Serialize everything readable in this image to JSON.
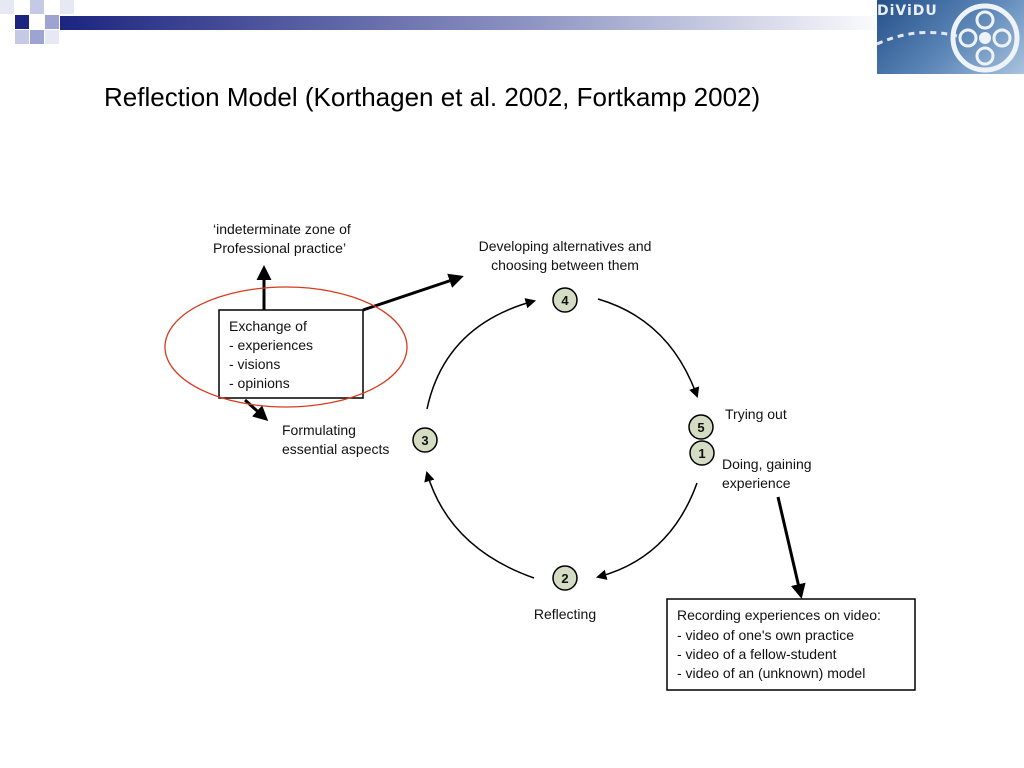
{
  "title": "Reflection Model (Korthagen et al. 2002, Fortkamp 2002)",
  "logo": {
    "text": "DiViDU"
  },
  "cycle": {
    "step4": {
      "number": "4",
      "label_lines": [
        "Developing alternatives and",
        "choosing between them"
      ]
    },
    "step5": {
      "number": "5",
      "label": "Trying out"
    },
    "step1": {
      "number": "1",
      "label_lines": [
        "Doing, gaining",
        "experience"
      ]
    },
    "step2": {
      "number": "2",
      "label": "Reflecting"
    },
    "step3": {
      "number": "3",
      "label_lines": [
        "Formulating",
        "essential aspects"
      ]
    }
  },
  "exchange_box": {
    "lines": [
      "Exchange of",
      "- experiences",
      "- visions",
      "- opinions"
    ]
  },
  "zone_label": {
    "lines": [
      "‘indeterminate zone of",
      "Professional practice’"
    ]
  },
  "recording_box": {
    "lines": [
      "Recording experiences on video:",
      "- video of one's own practice",
      "- video of a fellow-student",
      "- video of an (unknown) model"
    ]
  },
  "colors": {
    "band": "#202a8a",
    "circle_fill": "#d4dcc4",
    "highlight": "#d83a1e"
  }
}
